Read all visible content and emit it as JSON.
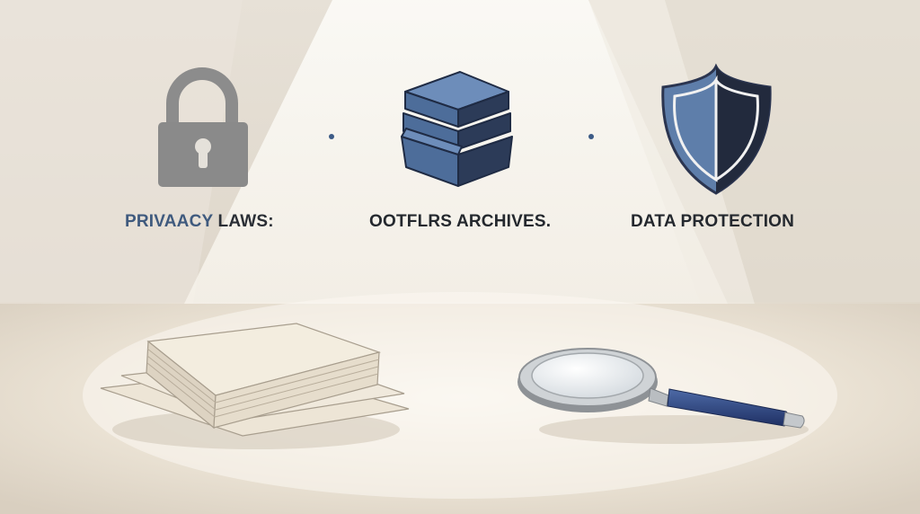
{
  "labels": {
    "privacy_part1": "PRIVAACY",
    "privacy_part2": " LAWS:",
    "archives": "OOTFLRS ARCHIVES.",
    "data_protection": "DATA PROTECTION"
  },
  "icons": {
    "left": "padlock-icon",
    "center": "stacked-boxes-icon",
    "right": "shield-icon",
    "bottom_left": "paper-stack-icon",
    "bottom_right": "magnifying-glass-icon"
  },
  "colors": {
    "background": "#e6ded3",
    "spotlight": "#f8f6f1",
    "padlock": "#8a8a8a",
    "accent_blue": "#4f6f9a",
    "dark_navy": "#22293a",
    "label_blue": "#3f5a7e",
    "label_dark": "#24282e"
  }
}
